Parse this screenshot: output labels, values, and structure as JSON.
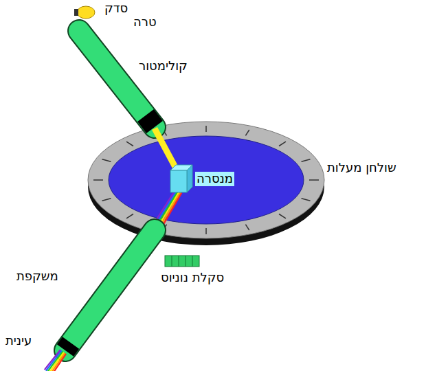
{
  "diagram": {
    "labels": [
      "סדק",
      "טרה",
      "קולימטור",
      "שולחן מעלות",
      "מנסרה",
      "סקלת נוניוס",
      "משקפת",
      "עינית"
    ]
  }
}
